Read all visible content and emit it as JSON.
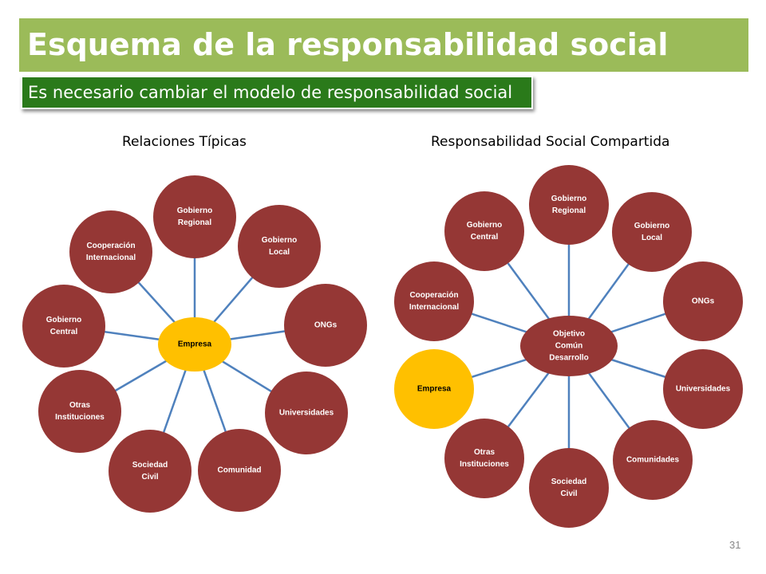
{
  "slide": {
    "title": "Esquema de la responsabilidad social",
    "subtitle": "Es necesario cambiar el modelo de responsabilidad social",
    "page_number": "31"
  },
  "colors": {
    "title_bar": "#9bbb59",
    "subtitle_bar": "#2a7a1a",
    "node_fill": "#953735",
    "center_company": "#ffc000",
    "connector": "#4f81bd"
  },
  "diagrams": [
    {
      "heading": "Relaciones Típicas",
      "center": {
        "lines": [
          "Empresa"
        ],
        "color": "#ffc000"
      },
      "nodes": [
        {
          "lines": [
            "Gobierno",
            "Regional"
          ]
        },
        {
          "lines": [
            "Gobierno",
            "Local"
          ]
        },
        {
          "lines": [
            "ONGs"
          ]
        },
        {
          "lines": [
            "Universidades"
          ]
        },
        {
          "lines": [
            "Comunidad"
          ]
        },
        {
          "lines": [
            "Sociedad",
            "Civil"
          ]
        },
        {
          "lines": [
            "Otras",
            "Instituciones"
          ]
        },
        {
          "lines": [
            "Gobierno",
            "Central"
          ]
        },
        {
          "lines": [
            "Cooperación",
            "Internacional"
          ]
        }
      ]
    },
    {
      "heading": "Responsabilidad Social Compartida",
      "center": {
        "lines": [
          "Objetivo",
          "Común",
          "Desarrollo"
        ],
        "color": "#953735"
      },
      "nodes": [
        {
          "lines": [
            "Gobierno",
            "Regional"
          ]
        },
        {
          "lines": [
            "Gobierno",
            "Local"
          ]
        },
        {
          "lines": [
            "ONGs"
          ]
        },
        {
          "lines": [
            "Universidades"
          ]
        },
        {
          "lines": [
            "Comunidades"
          ]
        },
        {
          "lines": [
            "Sociedad",
            "Civil"
          ]
        },
        {
          "lines": [
            "Otras",
            "Instituciones"
          ]
        },
        {
          "lines": [
            "Empresa"
          ],
          "color": "#ffc000"
        },
        {
          "lines": [
            "Cooperación",
            "Internacional"
          ]
        },
        {
          "lines": [
            "Gobierno",
            "Central"
          ]
        }
      ]
    }
  ]
}
